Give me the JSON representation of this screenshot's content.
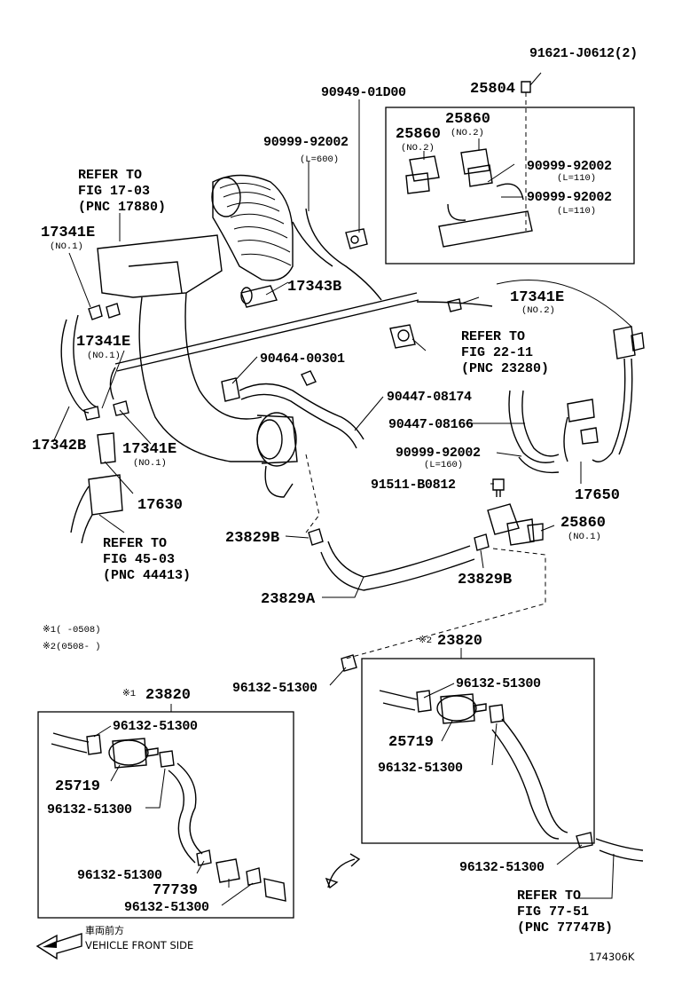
{
  "labels": {
    "l_91621": "91621-J0612(2)",
    "l_25804": "25804",
    "l_90949": "90949-01D00",
    "l_25860_a": "25860",
    "l_25860_a_no": "(NO.2)",
    "l_25860_b": "25860",
    "l_25860_b_no": "(NO.2)",
    "l_90999_top": "90999-92002",
    "l_90999_top_len": "(L=600)",
    "l_90999_box1": "90999-92002",
    "l_90999_box1_len": "(L=110)",
    "l_90999_box2": "90999-92002",
    "l_90999_box2_len": "(L=110)",
    "refer_17_line1": "REFER TO",
    "refer_17_line2": "FIG 17-03",
    "refer_17_line3": "(PNC 17880)",
    "l_17341e_1": "17341E",
    "l_17341e_1_no": "(NO.1)",
    "l_17343b": "17343B",
    "l_17341e_2": "17341E",
    "l_17341e_2_no": "(NO.2)",
    "refer_22_line1": "REFER TO",
    "refer_22_line2": "FIG 22-11",
    "refer_22_line3": "(PNC 23280)",
    "l_17341e_3": "17341E",
    "l_17341e_3_no": "(NO.1)",
    "l_90464": "90464-00301",
    "l_90447_a": "90447-08174",
    "l_90447_b": "90447-08166",
    "l_17342b": "17342B",
    "l_17341e_4": "17341E",
    "l_17341e_4_no": "(NO.1)",
    "l_90999_mid": "90999-92002",
    "l_90999_mid_len": "(L=160)",
    "l_91511": "91511-B0812",
    "l_17650": "17650",
    "l_17630": "17630",
    "l_25860_c": "25860",
    "l_25860_c_no": "(NO.1)",
    "refer_45_line1": "REFER TO",
    "refer_45_line2": "FIG 45-03",
    "refer_45_line3": "(PNC 44413)",
    "l_23829b_a": "23829B",
    "l_23829b_b": "23829B",
    "l_23829a": "23829A",
    "note1": "※1(      -0508)",
    "note2": "※2(0508-      )",
    "l_23820_right_mark": "※2",
    "l_23820_right": "23820",
    "l_96132_out": "96132-51300",
    "l_23820_left_mark": "※1",
    "l_23820_left": "23820",
    "r_96132_a": "96132-51300",
    "r_25719": "25719",
    "r_96132_b": "96132-51300",
    "r_96132_c": "96132-51300",
    "refer_77_line1": "REFER TO",
    "refer_77_line2": "FIG 77-51",
    "refer_77_line3": "(PNC 77747B)",
    "lb_96132_a": "96132-51300",
    "lb_25719": "25719",
    "lb_96132_b": "96132-51300",
    "lb_96132_c": "96132-51300",
    "lb_77739": "77739",
    "lb_96132_d": "96132-51300",
    "front_jp": "車両前方",
    "front_en": "VEHICLE FRONT SIDE",
    "code": "174306K"
  }
}
